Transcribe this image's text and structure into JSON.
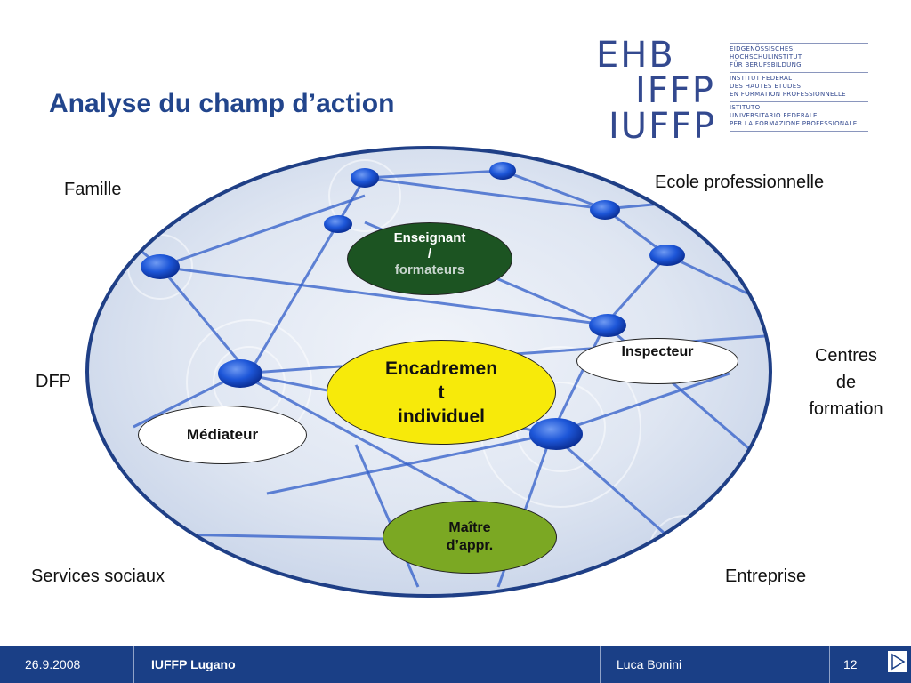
{
  "slide": {
    "title": "Analyse du champ d’action"
  },
  "logo": {
    "acronyms": [
      "EHB",
      "IFFP",
      "IUFFP"
    ],
    "blocks": [
      [
        "EIDGENÖSSISCHES",
        "HOCHSCHULINSTITUT",
        "FÜR BERUFSBILDUNG"
      ],
      [
        "INSTITUT FEDERAL",
        "DES HAUTES ETUDES",
        "EN FORMATION PROFESSIONNELLE"
      ],
      [
        "ISTITUTO",
        "UNIVERSITARIO FEDERALE",
        "PER LA FORMAZIONE PROFESSIONALE"
      ]
    ],
    "color": "#33498f"
  },
  "outer_labels": {
    "famille": "Famille",
    "ecole": "Ecole professionnelle",
    "dfp": "DFP",
    "centres_line1": "Centres",
    "centres_line2": "de",
    "centres_line3": "formation",
    "services": "Services sociaux",
    "entreprise": "Entreprise"
  },
  "nodes": {
    "enseignant": {
      "line1": "Enseignant",
      "line2": "/",
      "line3": "formateurs",
      "color": "#1c5422"
    },
    "inspecteur": {
      "label": "Inspecteur",
      "color": "#ffffff"
    },
    "encadrement": {
      "line1": "Encadremen",
      "line2": "t",
      "line3": "individuel",
      "color": "#f7ea0a"
    },
    "mediateur": {
      "label": "Médiateur",
      "color": "#ffffff"
    },
    "maitre": {
      "line1": "Maître",
      "line2": "d’appr.",
      "color": "#7ba823"
    }
  },
  "footer": {
    "date": "26.9.2008",
    "org": "IUFFP Lugano",
    "author": "Luca Bonini",
    "page": "12",
    "color": "#1a3f86"
  }
}
